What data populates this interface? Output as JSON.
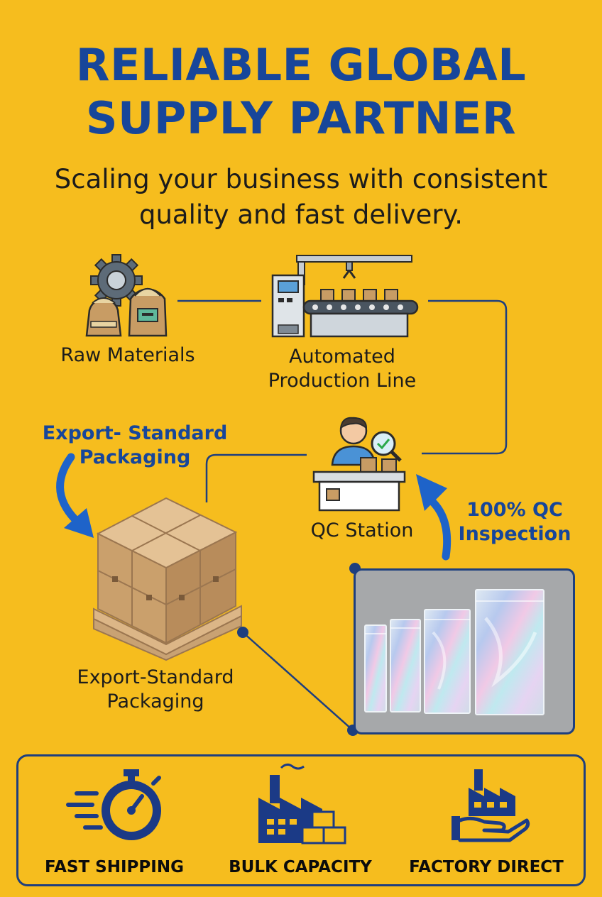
{
  "header": {
    "title_line1": "RELIABLE GLOBAL",
    "title_line2": "SUPPLY PARTNER",
    "subtitle_line1": "Scaling your business with consistent",
    "subtitle_line2": "quality and fast delivery."
  },
  "process": {
    "raw_materials": "Raw Materials",
    "production_line1": "Automated",
    "production_line2": "Production Line",
    "qc_station": "QC Station",
    "qc_inspection_line1": "100% QC",
    "qc_inspection_line2": "Inspection",
    "export_top_line1": "Export- Standard",
    "export_top_line2": "Packaging",
    "export_bottom_line1": "Export-Standard",
    "export_bottom_line2": "Packaging"
  },
  "features": [
    {
      "label": "FAST SHIPPING",
      "icon": "stopwatch-icon"
    },
    {
      "label": "BULK CAPACITY",
      "icon": "factory-boxes-icon"
    },
    {
      "label": "FACTORY DIRECT",
      "icon": "factory-hand-icon"
    }
  ],
  "colors": {
    "background": "#F6BD1E",
    "brand_blue": "#17469A",
    "line": "#1E3F7E"
  }
}
